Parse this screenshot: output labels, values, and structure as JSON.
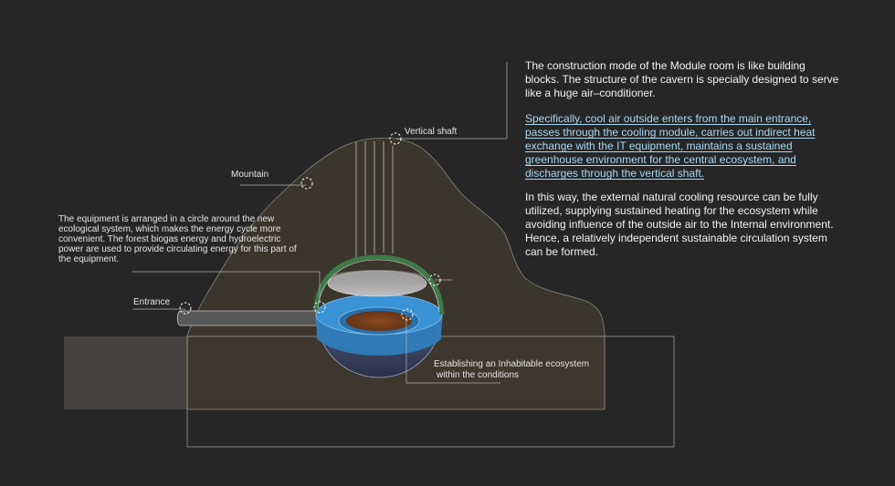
{
  "labels": {
    "vertical_shaft": "Vertical shaft",
    "mountain": "Mountain",
    "entrance": "Entrance",
    "equipment": "The equipment is arranged in a circle around the new ecological system, which makes the energy cycle more convenient. The forest biogas energy and hydroelectric power are used to provide circulating energy for this part of the equipment.",
    "ecosystem_line1": "Establishing an Inhabitable ecosystem",
    "ecosystem_line2": "within the conditions"
  },
  "text": {
    "paragraph1": "The construction mode of the Module room is like building blocks. The structure of the cavern is specially designed to serve like a huge air–conditioner.",
    "paragraph2": "Specifically, cool air outside enters from the main entrance, passes through the cooling module, carries out indirect heat exchange with the IT equipment, maintains a sustained greenhouse environment for the central ecosystem, and discharges through the vertical shaft.",
    "paragraph3": "In this way, the external natural cooling resource can be fully utilized, supplying sustained heating for the ecosystem while avoiding influence of the outside air to the Internal environment. Hence, a relatively independent sustainable circulation system can be formed."
  },
  "colors": {
    "background": "#262626",
    "mountain": "#3d372d",
    "ground": "#4a4947",
    "green_dome": "#3e7a48",
    "water_blue": "#2f7fbf",
    "soil": "#7a3f1c",
    "highlight_text": "#a9d8f2"
  }
}
